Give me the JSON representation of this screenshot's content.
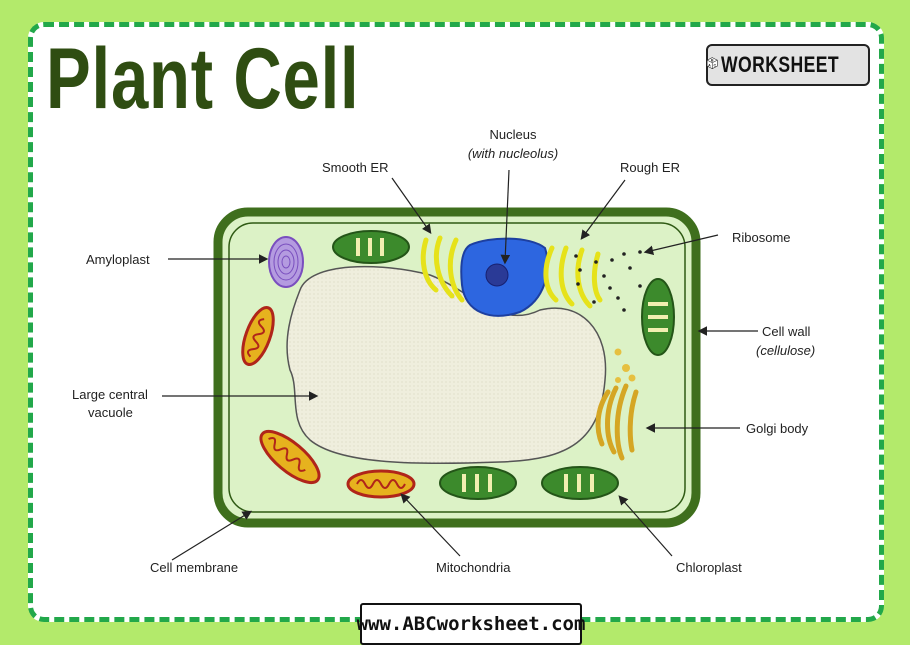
{
  "title": "Plant Cell",
  "logo": {
    "letters": [
      "A",
      "B",
      "C"
    ],
    "text": "WORKSHEET"
  },
  "footer": "www.ABCworksheet.com",
  "labels": {
    "nucleus": "Nucleus",
    "nucleus_sub": "(with nucleolus)",
    "smooth_er": "Smooth ER",
    "rough_er": "Rough ER",
    "ribosome": "Ribosome",
    "amyloplast": "Amyloplast",
    "cell_wall": "Cell wall",
    "cell_wall_sub": "(cellulose)",
    "vacuole_1": "Large central",
    "vacuole_2": "vacuole",
    "golgi": "Golgi body",
    "cell_membrane": "Cell membrane",
    "mitochondria": "Mitochondria",
    "chloroplast": "Chloroplast"
  },
  "colors": {
    "background": "#b3ea6b",
    "border": "#22a84a",
    "title": "#2f4d12",
    "cell_wall": "#3f6f1d",
    "cytoplasm": "#dcf2c6"
  }
}
